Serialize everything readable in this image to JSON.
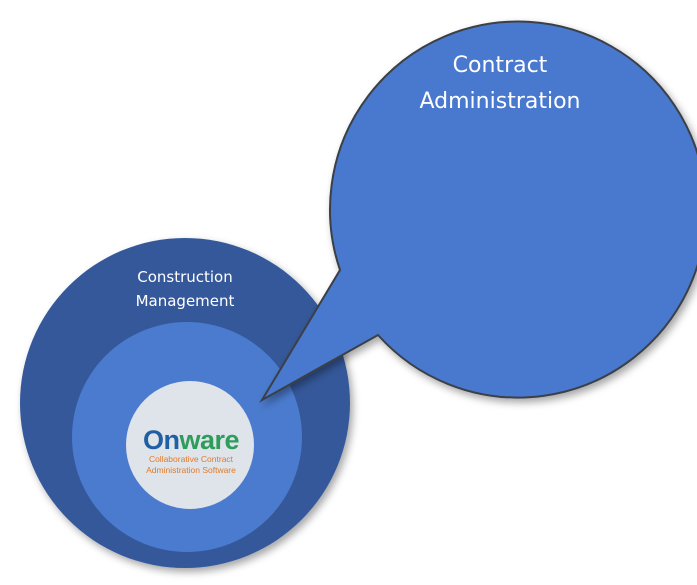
{
  "colors": {
    "outer_circle": "#34589a",
    "inner_circle": "#4a7bce",
    "logo_circle": "#dfe3ea",
    "callout": "#4878cf",
    "callout_outline": "#3b3f47",
    "text": "#ffffff",
    "logo_blue": "#1f5fa3",
    "logo_green": "#2e9c5a",
    "logo_orange": "#e07b2a"
  },
  "callout": {
    "label_line1": "Contract",
    "label_line2": "Administration"
  },
  "outer_circle": {
    "label_line1": "Construction",
    "label_line2": "Management"
  },
  "logo": {
    "word_part1": "On",
    "word_part2": "ware",
    "tagline_line1": "Collaborative Contract",
    "tagline_line2": "Administration Software"
  }
}
